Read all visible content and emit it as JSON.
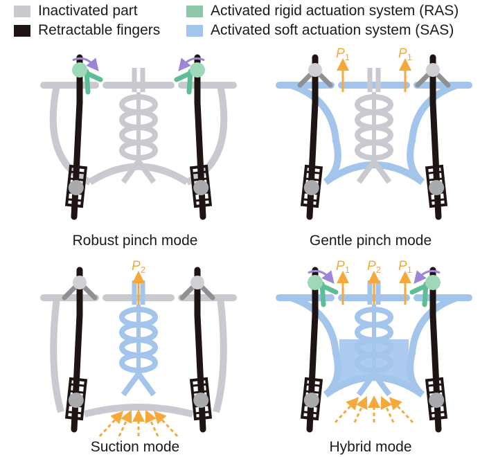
{
  "legend": [
    {
      "label": "Inactivated part",
      "color": "#c8cacf"
    },
    {
      "label": "Retractable fingers",
      "color": "#1e1414"
    },
    {
      "label": "Activated rigid actuation system (RAS)",
      "color": "#8cc7a8"
    },
    {
      "label": "Activated soft actuation system (SAS)",
      "color": "#a3c5ec"
    }
  ],
  "colors": {
    "inactive": "#c8cacf",
    "finger": "#1e1414",
    "ras": "#5dbd96",
    "ras_joint": "#9fd8b8",
    "sas": "#a3c5ec",
    "pressure": "#f5a93c",
    "rotation": "#9b86d8",
    "joint_gray": "#a9aaad",
    "link_gray": "#8f9092"
  },
  "panels": [
    {
      "caption": "Robust pinch mode",
      "pressure_labels": []
    },
    {
      "caption": "Gentle pinch mode",
      "pressure_labels": [
        {
          "sym": "P",
          "sub": "1"
        },
        {
          "sym": "P",
          "sub": "1"
        }
      ]
    },
    {
      "caption": "Suction mode",
      "pressure_labels": [
        {
          "sym": "P",
          "sub": "2"
        }
      ]
    },
    {
      "caption": "Hybrid mode",
      "pressure_labels": [
        {
          "sym": "P",
          "sub": "1"
        },
        {
          "sym": "P",
          "sub": "2"
        },
        {
          "sym": "P",
          "sub": "1"
        }
      ]
    }
  ]
}
